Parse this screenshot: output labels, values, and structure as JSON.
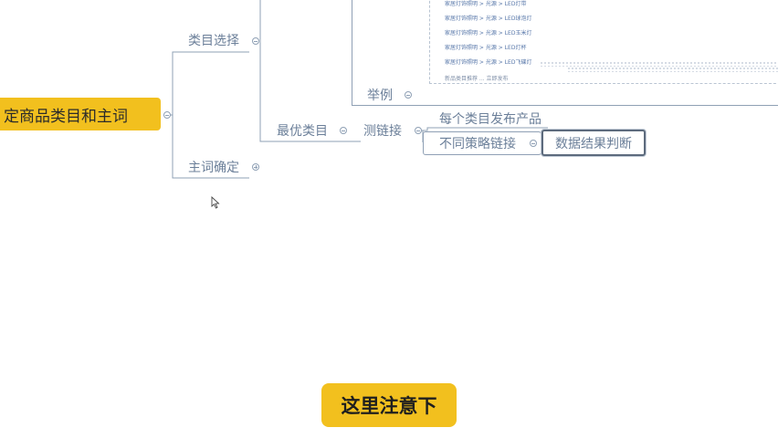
{
  "mindmap": {
    "root": {
      "label": "定商品类目和主词"
    },
    "branch_category": {
      "label": "类目选择"
    },
    "branch_keyword": {
      "label": "主词确定"
    },
    "example": {
      "label": "举例"
    },
    "best_category": {
      "label": "最优类目"
    },
    "test_link": {
      "label": "测链接"
    },
    "publish_each": {
      "label": "每个类目发布产品"
    },
    "strategy_links": {
      "label": "不同策略链接"
    },
    "data_judge": {
      "label": "数据结果判断"
    }
  },
  "example_screenshot": {
    "rows": [
      "家居灯饰照明 > 光源 > LED灯带",
      "家居灯饰照明 > 光源 > LED球泡灯",
      "家居灯饰照明 > 光源 > LED玉米灯",
      "家居灯饰照明 > 光源 > LED灯杯",
      "家居灯饰照明 > 光源 > LED飞碟灯"
    ],
    "footer": "新品类目推荐 ... 立即发布"
  },
  "overlay": {
    "callout_text": "这里注意下"
  },
  "colors": {
    "root_fill": "#f2c01e",
    "line": "#8fa0b5",
    "text": "#6b7f99",
    "callout_fill": "#f2c01e"
  }
}
